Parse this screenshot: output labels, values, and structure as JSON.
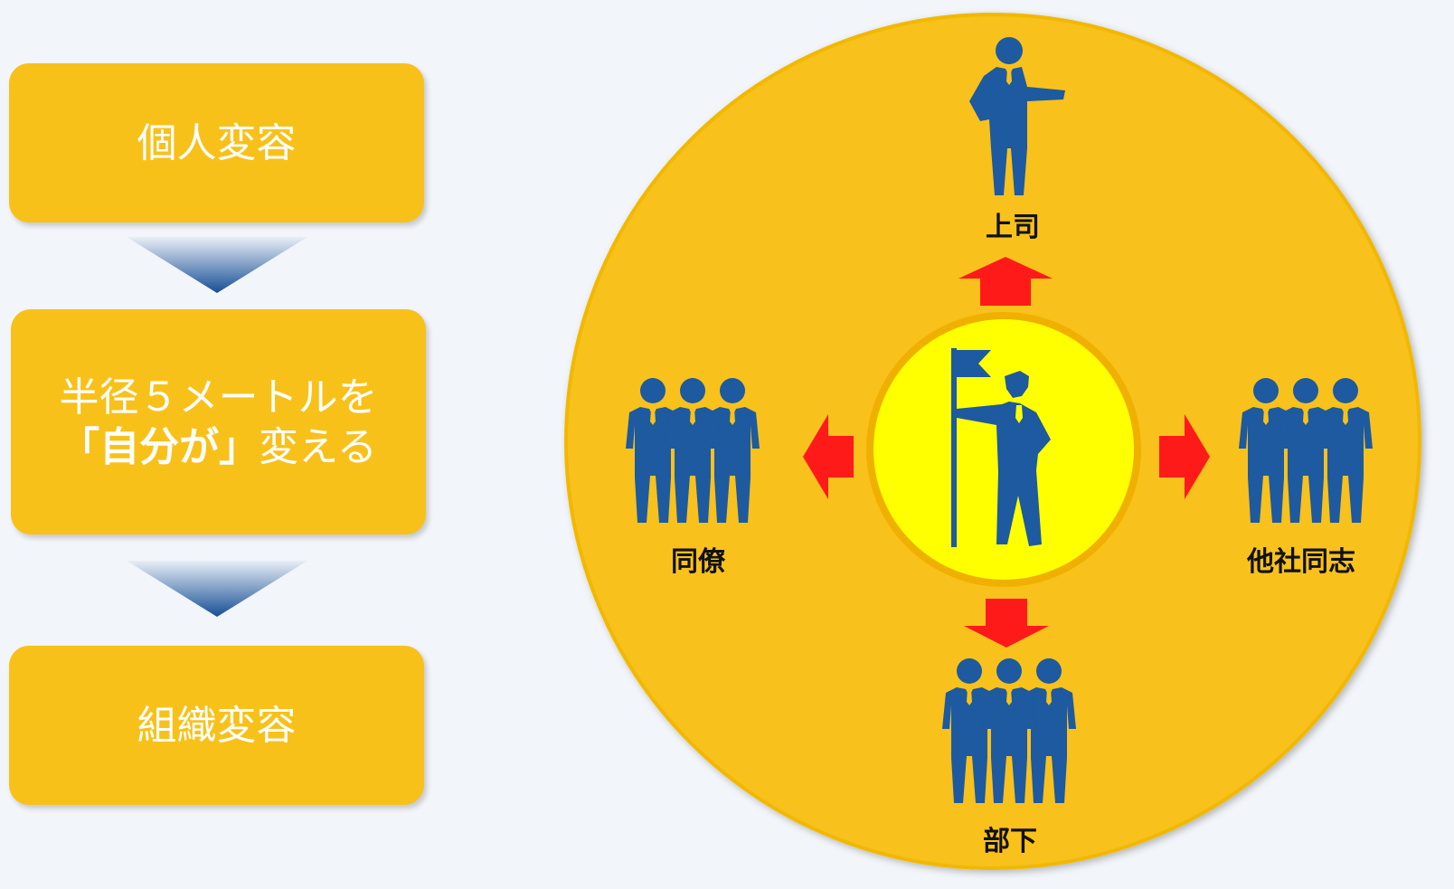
{
  "flow": {
    "step1": "個人変容",
    "step2_line1": "半径５メートルを",
    "step2_emphasis": "「自分が」",
    "step2_suffix": "変える",
    "step3": "組織変容"
  },
  "circle": {
    "boss": "上司",
    "peers": "同僚",
    "others": "他社同志",
    "subordinates": "部下"
  },
  "colors": {
    "box": "#f8c11a",
    "circle": "#f8c11a",
    "center": "#ffff00",
    "figure": "#1d5aa0",
    "arrow": "#ff1a1a",
    "flow_arrow": "#1d5aa0"
  },
  "icons": [
    "person-pointing-icon",
    "leader-with-flag-icon",
    "group-of-three-icon",
    "down-chevron-arrow-icon",
    "red-arrow-icon"
  ]
}
